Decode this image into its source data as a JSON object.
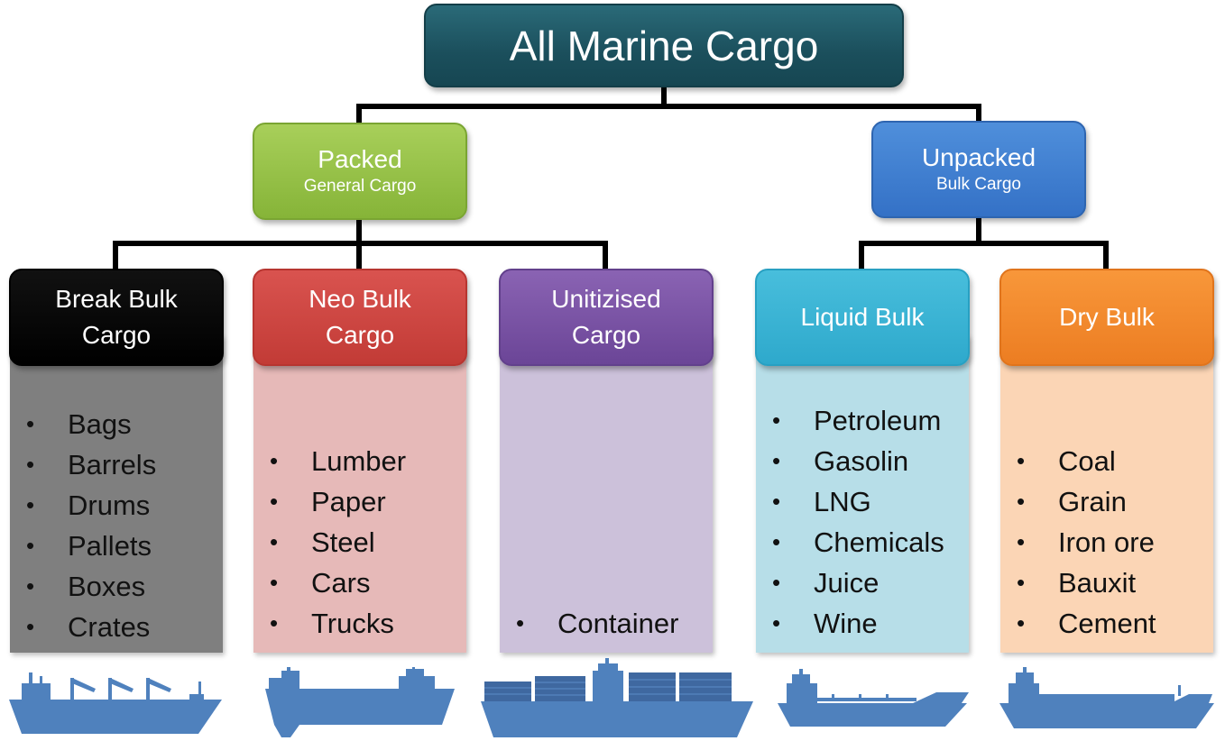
{
  "root": {
    "label": "All Marine Cargo"
  },
  "branches": {
    "packed": {
      "title": "Packed",
      "subtitle": "General Cargo"
    },
    "unpacked": {
      "title": "Unpacked",
      "subtitle": "Bulk Cargo"
    }
  },
  "categories": {
    "break_bulk": {
      "line1": "Break Bulk",
      "line2": "Cargo",
      "items": [
        "Bags",
        "Barrels",
        "Drums",
        "Pallets",
        "Boxes",
        "Crates"
      ]
    },
    "neo_bulk": {
      "line1": "Neo Bulk",
      "line2": "Cargo",
      "items": [
        "Lumber",
        "Paper",
        "Steel",
        "Cars",
        "Trucks"
      ]
    },
    "unitized": {
      "line1": "Unitizised",
      "line2": "Cargo",
      "items": [
        "Container"
      ]
    },
    "liquid_bulk": {
      "line1": "Liquid Bulk",
      "items": [
        "Petroleum",
        "Gasolin",
        "LNG",
        "Chemicals",
        "Juice",
        "Wine"
      ]
    },
    "dry_bulk": {
      "line1": "Dry Bulk",
      "items": [
        "Coal",
        "Grain",
        "Iron ore",
        "Bauxit",
        "Cement"
      ]
    }
  },
  "colors": {
    "ship_fill": "#4f81bd",
    "connector": "#000000"
  },
  "icons": [
    "general-cargo-ship-icon",
    "neo-bulk-ship-icon",
    "container-ship-icon",
    "tanker-ship-icon",
    "bulk-carrier-ship-icon"
  ]
}
